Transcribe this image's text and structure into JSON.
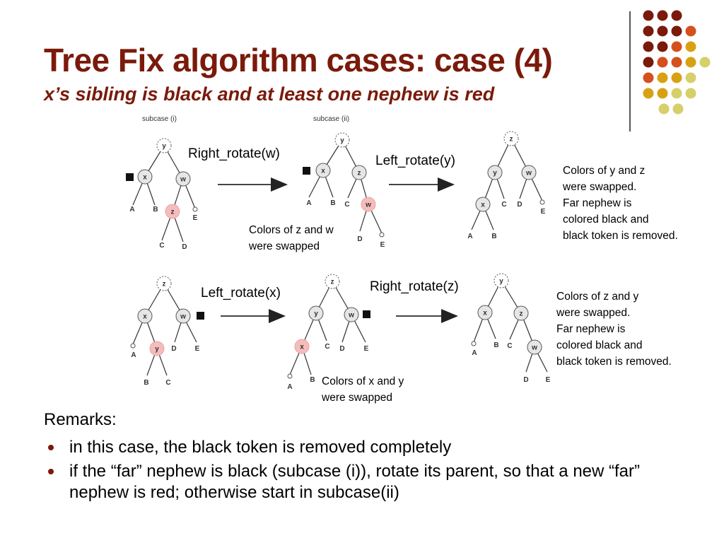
{
  "title": "Tree Fix algorithm cases: case (4)",
  "subtitle": "x’s sibling is black and at least one nephew is red",
  "captions": {
    "subcase_i": "subcase (i)",
    "subcase_ii": "subcase (ii)"
  },
  "operations": {
    "row1_op1": "Right_rotate(w)",
    "row1_op2": "Left_rotate(y)",
    "row2_op1": "Left_rotate(x)",
    "row2_op2": "Right_rotate(z)"
  },
  "notes": {
    "row1_mid": "Colors of z and w\nwere swapped",
    "row1_right": "Colors of y and z\nwere swapped.\nFar nephew is\ncolored black and\nblack token is removed.",
    "row2_mid": "Colors of x and y\nwere swapped",
    "row2_right": "Colors of z and y\nwere swapped.\nFar nephew is\ncolored black and\nblack token is removed."
  },
  "remarks": {
    "heading": "Remarks:",
    "items": [
      "in this case, the black token is removed completely",
      "if the “far” nephew is black (subcase (i)), rotate its parent, so that a new “far” nephew is red; otherwise start in subcase(ii)"
    ]
  },
  "tree_labels": {
    "t1": {
      "y": "y",
      "x": "x",
      "w": "w",
      "z": "z",
      "A": "A",
      "B": "B",
      "C": "C",
      "D": "D",
      "E": "E"
    },
    "t2": {
      "y": "y",
      "x": "x",
      "z": "z",
      "w": "w",
      "A": "A",
      "B": "B",
      "C": "C",
      "D": "D",
      "E": "E"
    },
    "t3": {
      "z": "z",
      "y": "y",
      "w": "w",
      "x": "x",
      "A": "A",
      "B": "B",
      "C": "C",
      "D": "D",
      "E": "E"
    },
    "t4": {
      "z": "z",
      "x": "x",
      "w": "w",
      "y": "y",
      "A": "A",
      "B": "B",
      "C": "C",
      "D": "D",
      "E": "E"
    },
    "t5": {
      "z": "z",
      "y": "y",
      "w": "w",
      "x": "x",
      "A": "A",
      "B": "B",
      "C": "C",
      "D": "D",
      "E": "E"
    },
    "t6": {
      "y": "y",
      "x": "x",
      "z": "z",
      "w": "w",
      "A": "A",
      "B": "B",
      "C": "C",
      "D": "D",
      "E": "E"
    }
  },
  "colors": {
    "title": "#7a1a0b",
    "red_node": "#f6bcbc",
    "black_node": "#e6e6e6",
    "dot_dark": "#7a1a0b",
    "dot_orange": "#d4501c",
    "dot_gold": "#d8a114",
    "dot_olive": "#d6cf6a"
  }
}
